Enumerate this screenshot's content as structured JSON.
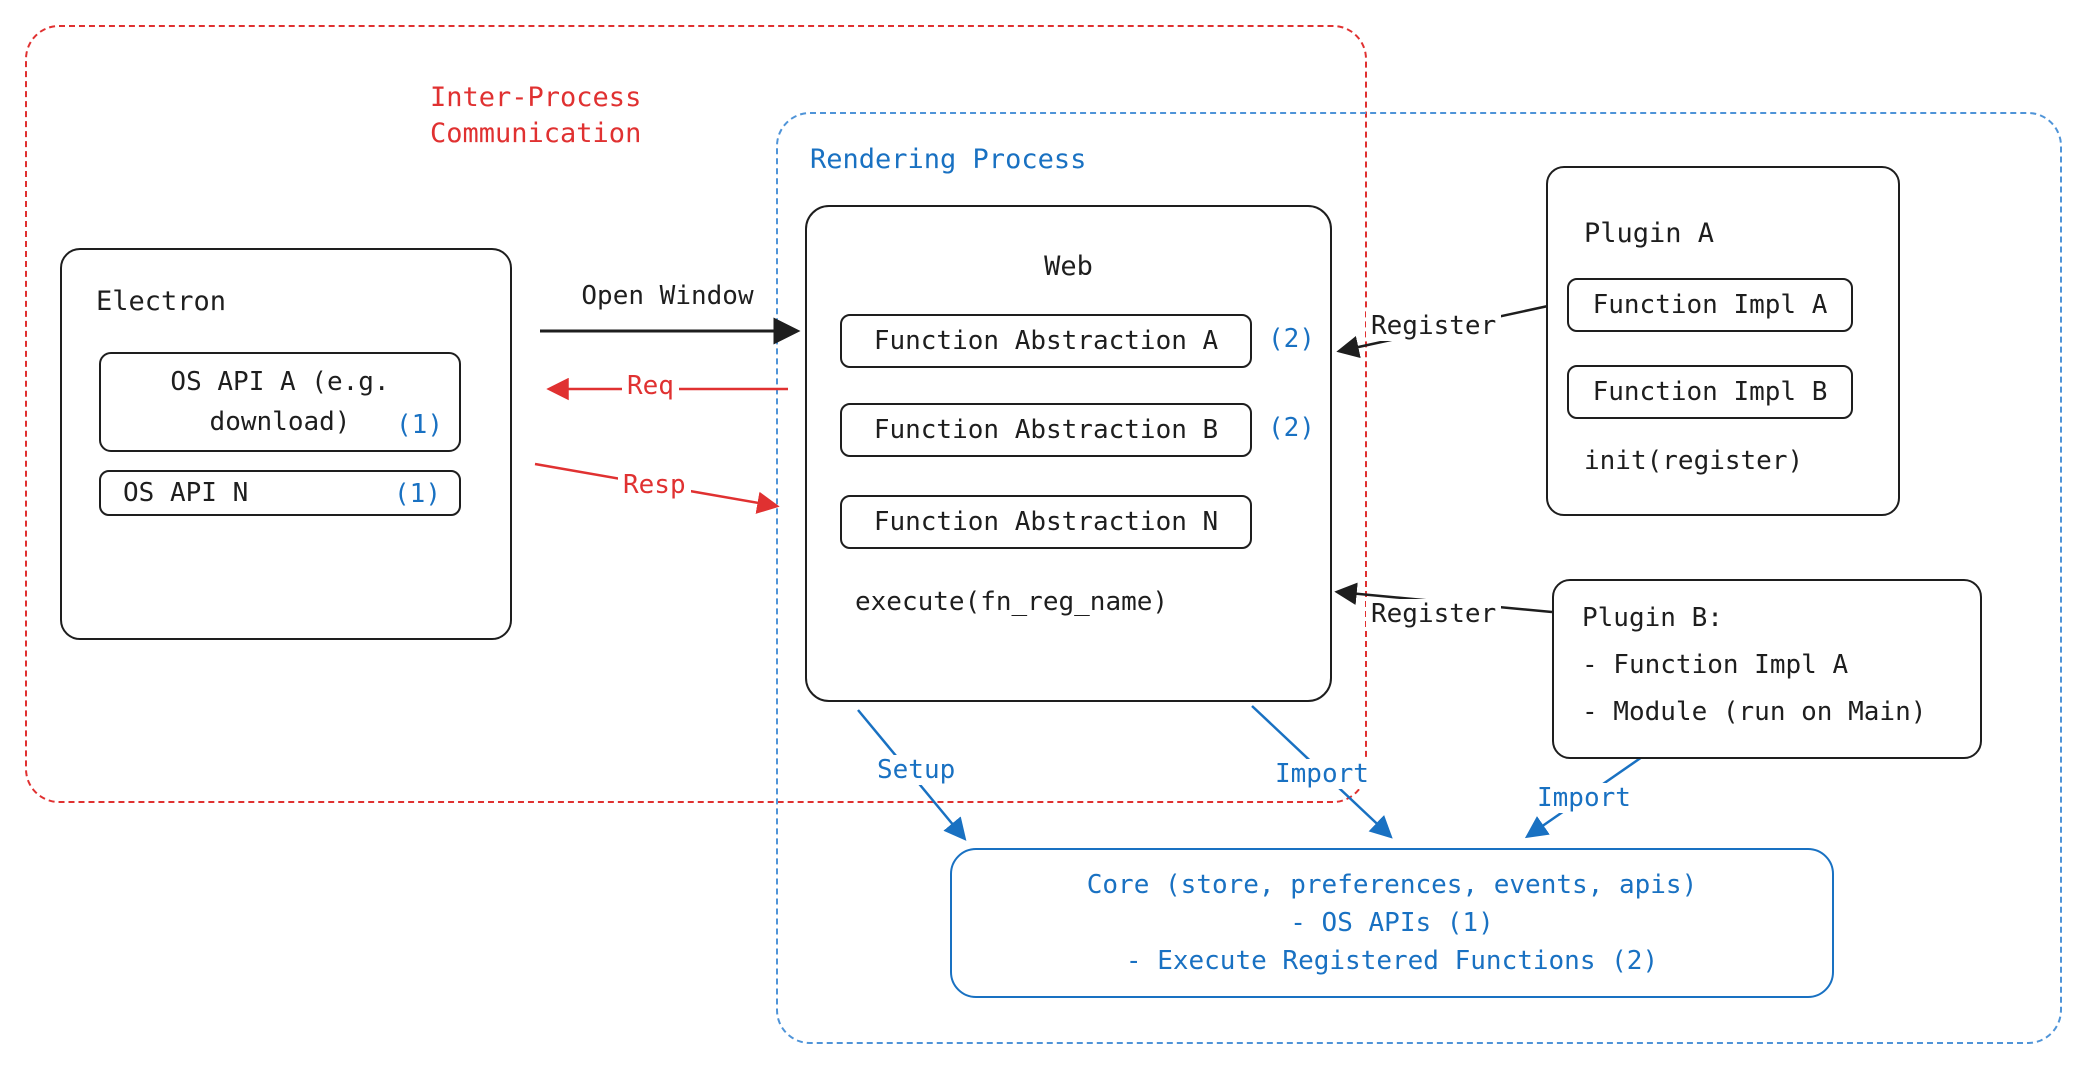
{
  "colors": {
    "red": "#e03131",
    "blue": "#1971c2",
    "ink": "#1e1e1e"
  },
  "groups": {
    "ipc": {
      "label": "Inter-Process\nCommunication"
    },
    "rendering": {
      "label": "Rendering Process"
    }
  },
  "electron": {
    "title": "Electron",
    "os_api_a": {
      "label": "OS API A (e.g.\ndownload)",
      "badge": "(1)"
    },
    "os_api_n": {
      "label": "OS API N",
      "badge": "(1)"
    }
  },
  "web": {
    "title": "Web",
    "fn_a": {
      "label": "Function Abstraction A",
      "badge": "(2)"
    },
    "fn_b": {
      "label": "Function Abstraction B",
      "badge": "(2)"
    },
    "fn_n": {
      "label": "Function Abstraction N"
    },
    "execute_label": "execute(fn_reg_name)"
  },
  "plugin_a": {
    "title": "Plugin A",
    "impl_a": "Function Impl A",
    "impl_b": "Function Impl B",
    "init_label": "init(register)"
  },
  "plugin_b": {
    "text": "Plugin B:\n- Function Impl A\n- Module (run on Main)"
  },
  "core": {
    "text": "Core (store, preferences, events, apis)\n- OS APIs (1)\n- Execute Registered Functions (2)"
  },
  "arrows": {
    "open_window": "Open Window",
    "req": "Req",
    "resp": "Resp",
    "register_a": "Register",
    "register_b": "Register",
    "setup": "Setup",
    "import_web": "Import",
    "import_plugin": "Import"
  }
}
